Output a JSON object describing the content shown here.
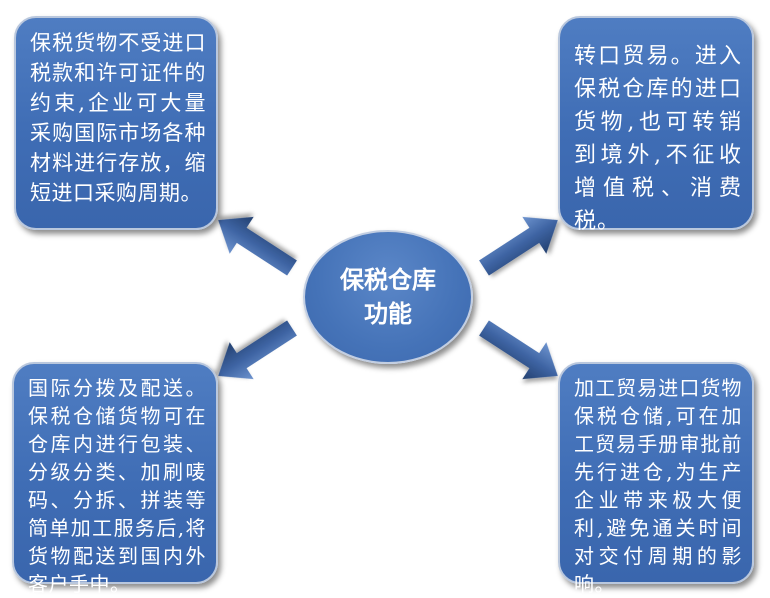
{
  "center": {
    "title_line1": "保税仓库",
    "title_line2": "功能"
  },
  "boxes": {
    "top_left": "保税货物不受进口税款和许可证件的约束,企业可大量采购国际市场各种材料进行存放，缩短进口采购周期。",
    "top_right": "转口贸易。进入保税仓库的进口货物,也可转销到境外,不征收增值税、消费税。",
    "bottom_left": "国际分拨及配送。保税仓储货物可在仓库内进行包装、分级分类、加刷唛码、分拆、拼装等简单加工服务后,将货物配送到国内外客户手中。",
    "bottom_right": "加工贸易进口货物保税仓储,可在加工贸易手册审批前先行进仓,为生产企业带来极大便利,避免通关时间对交付周期的影响。"
  },
  "colors": {
    "box_fill": "#3f6db5",
    "arrow_fill": "#2d4f86",
    "arrow_highlight": "#5a82c0"
  }
}
